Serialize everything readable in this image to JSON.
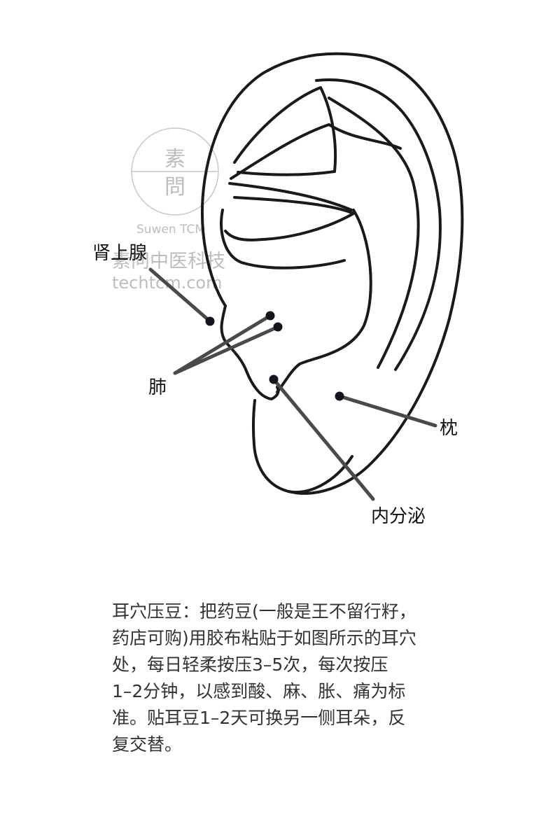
{
  "watermark": {
    "logo_top_glyph": "素",
    "logo_bottom_glyph": "問",
    "brand_en": "Suwen TCM",
    "brand_cn": "素问中医科技",
    "domain": "techtcm.com"
  },
  "points": [
    {
      "id": "adrenal",
      "label": "肾上腺"
    },
    {
      "id": "lung",
      "label": "肺"
    },
    {
      "id": "occiput",
      "label": "枕"
    },
    {
      "id": "endocrine",
      "label": "内分泌"
    }
  ],
  "instructions": {
    "lines": [
      "耳穴压豆：把药豆(一般是王不留行籽，",
      "药店可购)用胶布粘贴于如图所示的耳穴",
      "处，每日轻柔按压3–5次，每次按压",
      "1–2分钟，以感到酸、麻、胀、痛为标",
      "准。贴耳豆1–2天可换另一侧耳朵，反",
      "复交替。"
    ]
  },
  "colors": {
    "outline": "#1a1a1a",
    "leader": "#4a4a4a",
    "dot": "#15151f",
    "watermark": "#bdbdbd",
    "text": "#333333"
  }
}
